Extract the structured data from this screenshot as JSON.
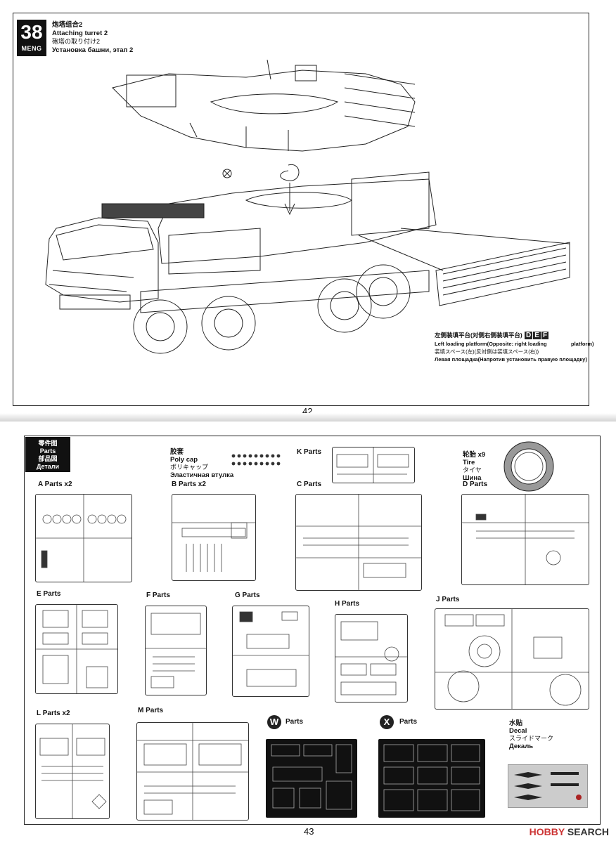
{
  "page42": {
    "step_number": "38",
    "brand": "MENG",
    "title_cn": "炮塔组合2",
    "title_en": "Attaching turret 2",
    "title_jp": "砲塔の取り付け2",
    "title_ru": "Установка башни, этап 2",
    "callout_cn": "左侧装填平台(对侧右侧装填平台)",
    "callout_en1": "Left loading platform(Opposite: right loading",
    "callout_en2": "platform)",
    "callout_jp": "装填スペース(左)(反対側は装填スペース(右))",
    "callout_ru": "Левая площадка(Напротив установить правую площадку)",
    "callout_parts": [
      "D",
      "E",
      "F"
    ],
    "page_number": "42"
  },
  "page43": {
    "header_cn": "零件图",
    "header_en": "Parts",
    "header_jp": "部品図",
    "header_ru": "Детали",
    "polycap_cn": "胶套",
    "polycap_en": "Poly cap",
    "polycap_jp": "ポリキャップ",
    "polycap_ru": "Эластичная втулка",
    "tire_cn": "轮胎 x9",
    "tire_en": "Tire",
    "tire_jp": "タイヤ",
    "tire_ru": "Шина",
    "decal_cn": "水贴",
    "decal_en": "Decal",
    "decal_jp": "スライドマーク",
    "decal_ru": "Декаль",
    "sprues": {
      "A": "A  Parts  x2",
      "B": "B  Parts  x2",
      "C": "C  Parts",
      "D": "D  Parts",
      "E": "E  Parts",
      "F": "F  Parts",
      "G": "G  Parts",
      "H": "H  Parts",
      "J": "J  Parts",
      "K": "K  Parts",
      "L": "L  Parts  x2",
      "M": "M  Parts",
      "W_letter": "W",
      "W": "Parts",
      "X_letter": "X",
      "X": "Parts"
    },
    "page_number": "43",
    "watermark_a": "HOBBY",
    "watermark_b": "SEARCH"
  },
  "colors": {
    "ink": "#111111",
    "photo_etch": "#111111",
    "decal_sheet": "#cccccc"
  }
}
